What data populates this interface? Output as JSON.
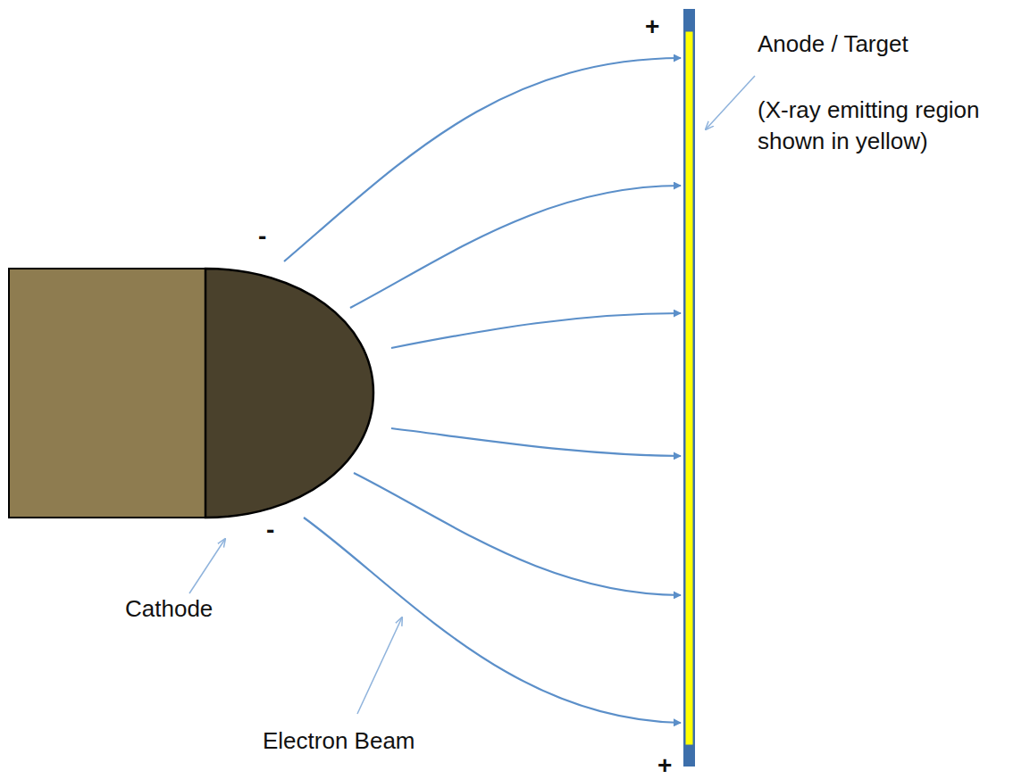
{
  "diagram": {
    "labels": [
      "+",
      "Anode / Target",
      "(X-ray emitting region shown in yellow)",
      "-",
      "-",
      "Cathode",
      "Electron Beam",
      "+"
    ]
  }
}
